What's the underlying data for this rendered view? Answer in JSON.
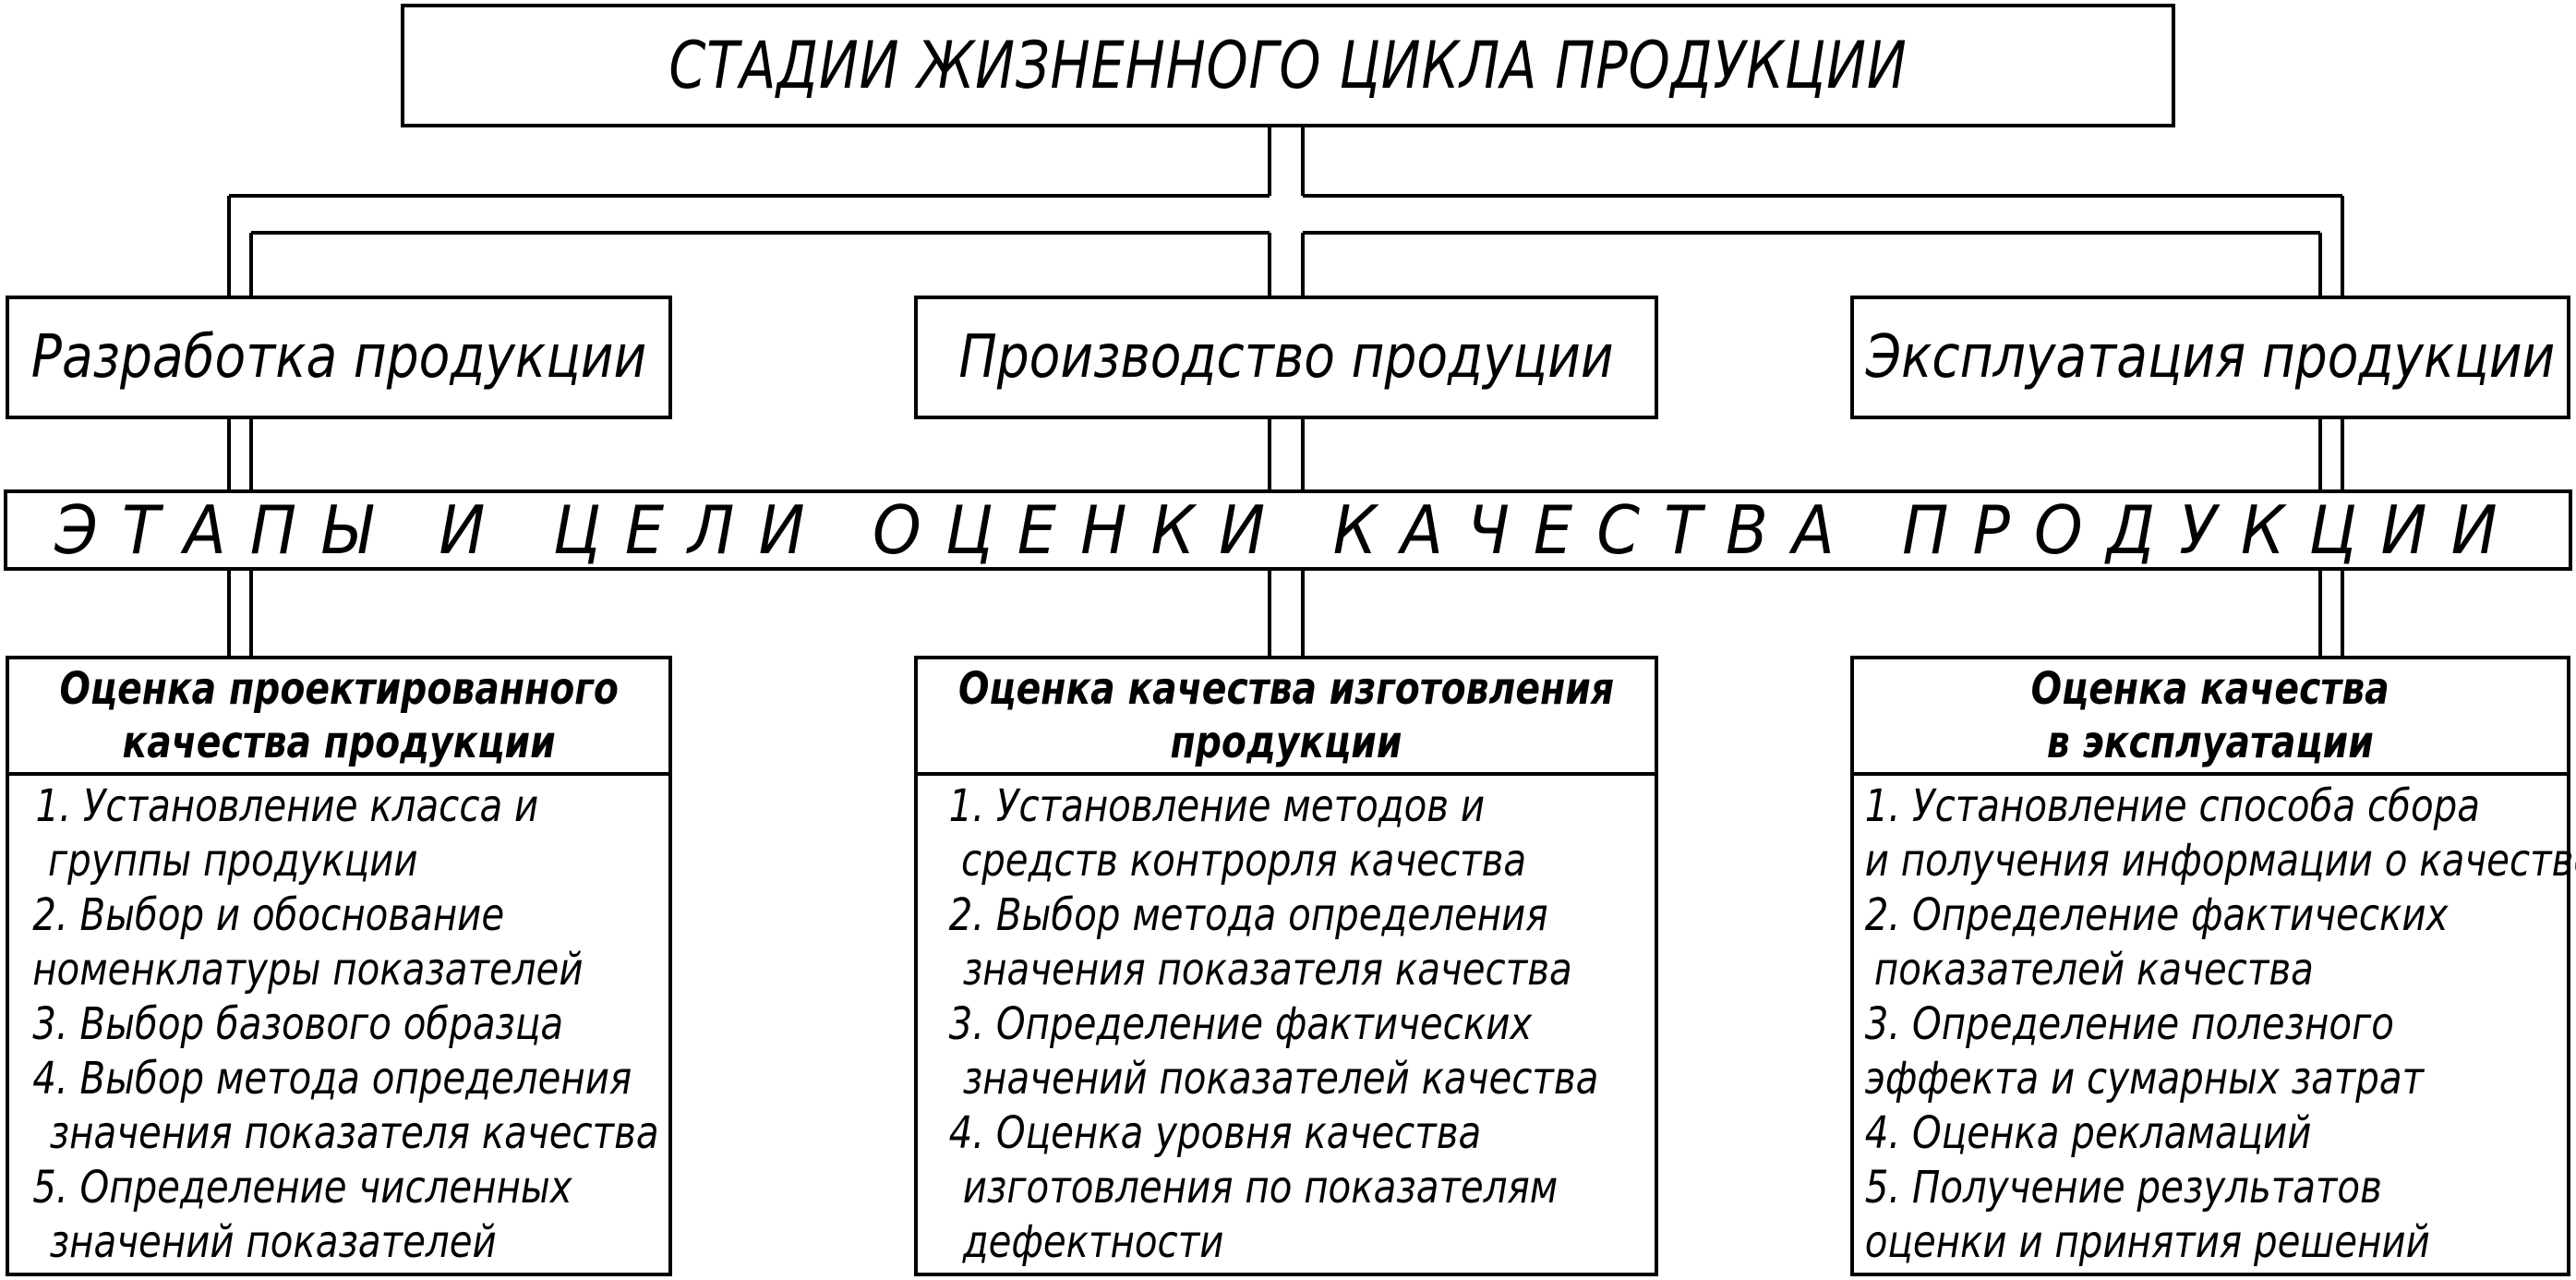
{
  "title": "СТАДИИ ЖИЗНЕННОГО ЦИКЛА ПРОДУКЦИИ",
  "stages": [
    "Разработка продукции",
    "Производство продуции",
    "Эксплуатация продукции"
  ],
  "band": "ЭТАПЫ И ЦЕЛИ ОЦЕНКИ КАЧЕСТВА ПРОДУКЦИИ",
  "columns": [
    {
      "heading": [
        "Оценка проектированного",
        "качества продукции"
      ],
      "items": [
        "1. Установление класса и",
        "группы продукции",
        "2. Выбор и обоснование",
        "номенклатуры показателей",
        "3. Выбор базового образца",
        "4. Выбор метода определения",
        "значения показателя качества",
        "5. Определение численных",
        "значений показателей"
      ]
    },
    {
      "heading": [
        "Оценка качества изготовления",
        "продукции"
      ],
      "items": [
        "1. Установление методов и",
        "средств контрорля качества",
        "2. Выбор метода определения",
        "значения показателя качества",
        "3. Определение фактических",
        "значений показателей качества",
        "4. Оценка уровня качества",
        "изготовления по показателям",
        "дефектности"
      ]
    },
    {
      "heading": [
        "Оценка качества",
        "в эксплуатации"
      ],
      "items": [
        "1. Установление способа сбора",
        "и получения информации о качестве",
        "2. Определение фактических",
        "показателей качества",
        "3. Определение полезного",
        "эффекта и сумарных затрат",
        "4. Оценка рекламаций",
        "5. Получение результатов",
        "оценки и принятия решений"
      ]
    }
  ]
}
